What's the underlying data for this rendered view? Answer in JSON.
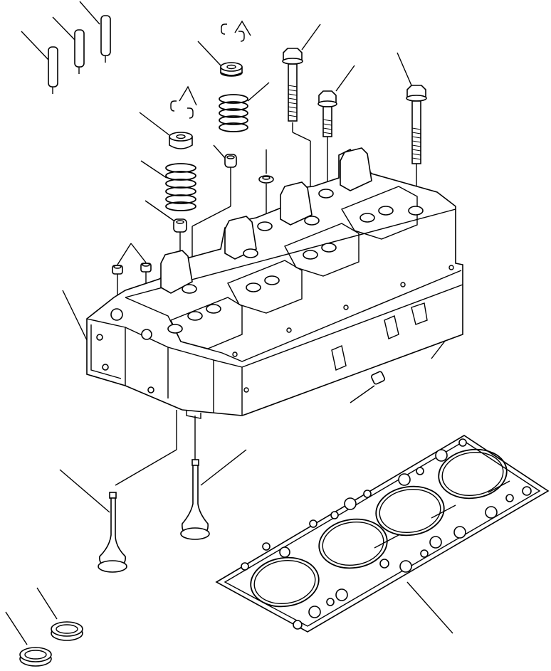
{
  "diagram": {
    "type": "exploded-parts-illustration",
    "background": "#ffffff",
    "line_color": "#000000",
    "parts": [
      "valve-guide",
      "valve-keeper",
      "valve-spring-retainer",
      "valve-spring",
      "valve-stem-seal",
      "head-bolt",
      "plug",
      "cylinder-head",
      "intake-valve",
      "exhaust-valve",
      "valve-seat-insert",
      "head-gasket"
    ]
  }
}
